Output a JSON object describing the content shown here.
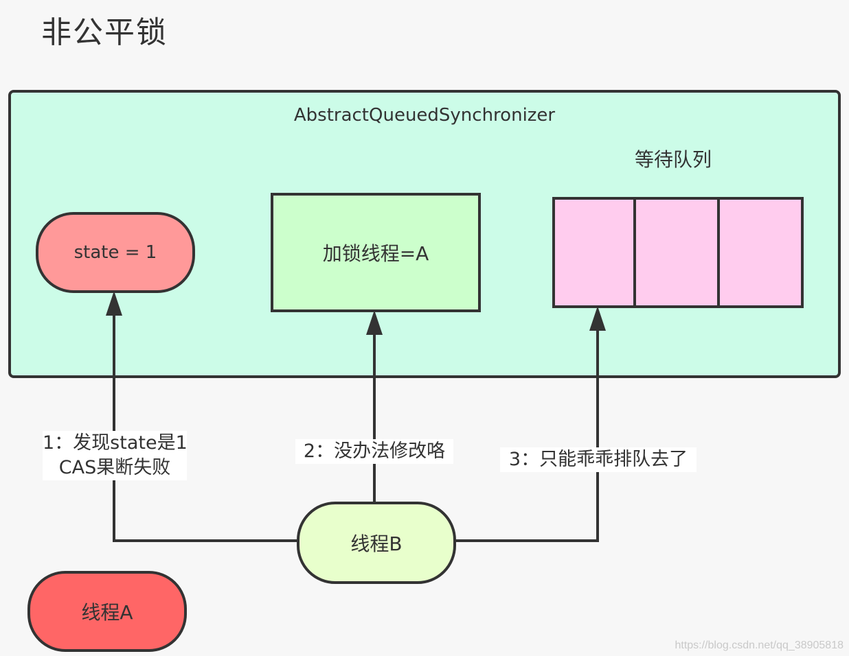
{
  "title": "非公平锁",
  "aqs": {
    "label": "AbstractQueuedSynchronizer",
    "state_text": "state = 1",
    "owner_text": "加锁线程=A",
    "queue_label": "等待队列",
    "queue_slots": 3
  },
  "threads": {
    "thread_b": "线程B",
    "thread_a": "线程A"
  },
  "edges": {
    "label_1_line1": "1：发现state是1",
    "label_1_line2": "CAS果断失败",
    "label_2": "2：没办法修改咯",
    "label_3": "3：只能乖乖排队去了"
  },
  "watermark": "https://blog.csdn.net/qq_38905818",
  "colors": {
    "aqs_fill": "#ccfce8",
    "state_fill": "#ff9999",
    "owner_fill": "#ccffcc",
    "queue_fill": "#ffccee",
    "thread_b_fill": "#e8ffcc",
    "thread_a_fill": "#ff6666",
    "stroke": "#333333"
  }
}
